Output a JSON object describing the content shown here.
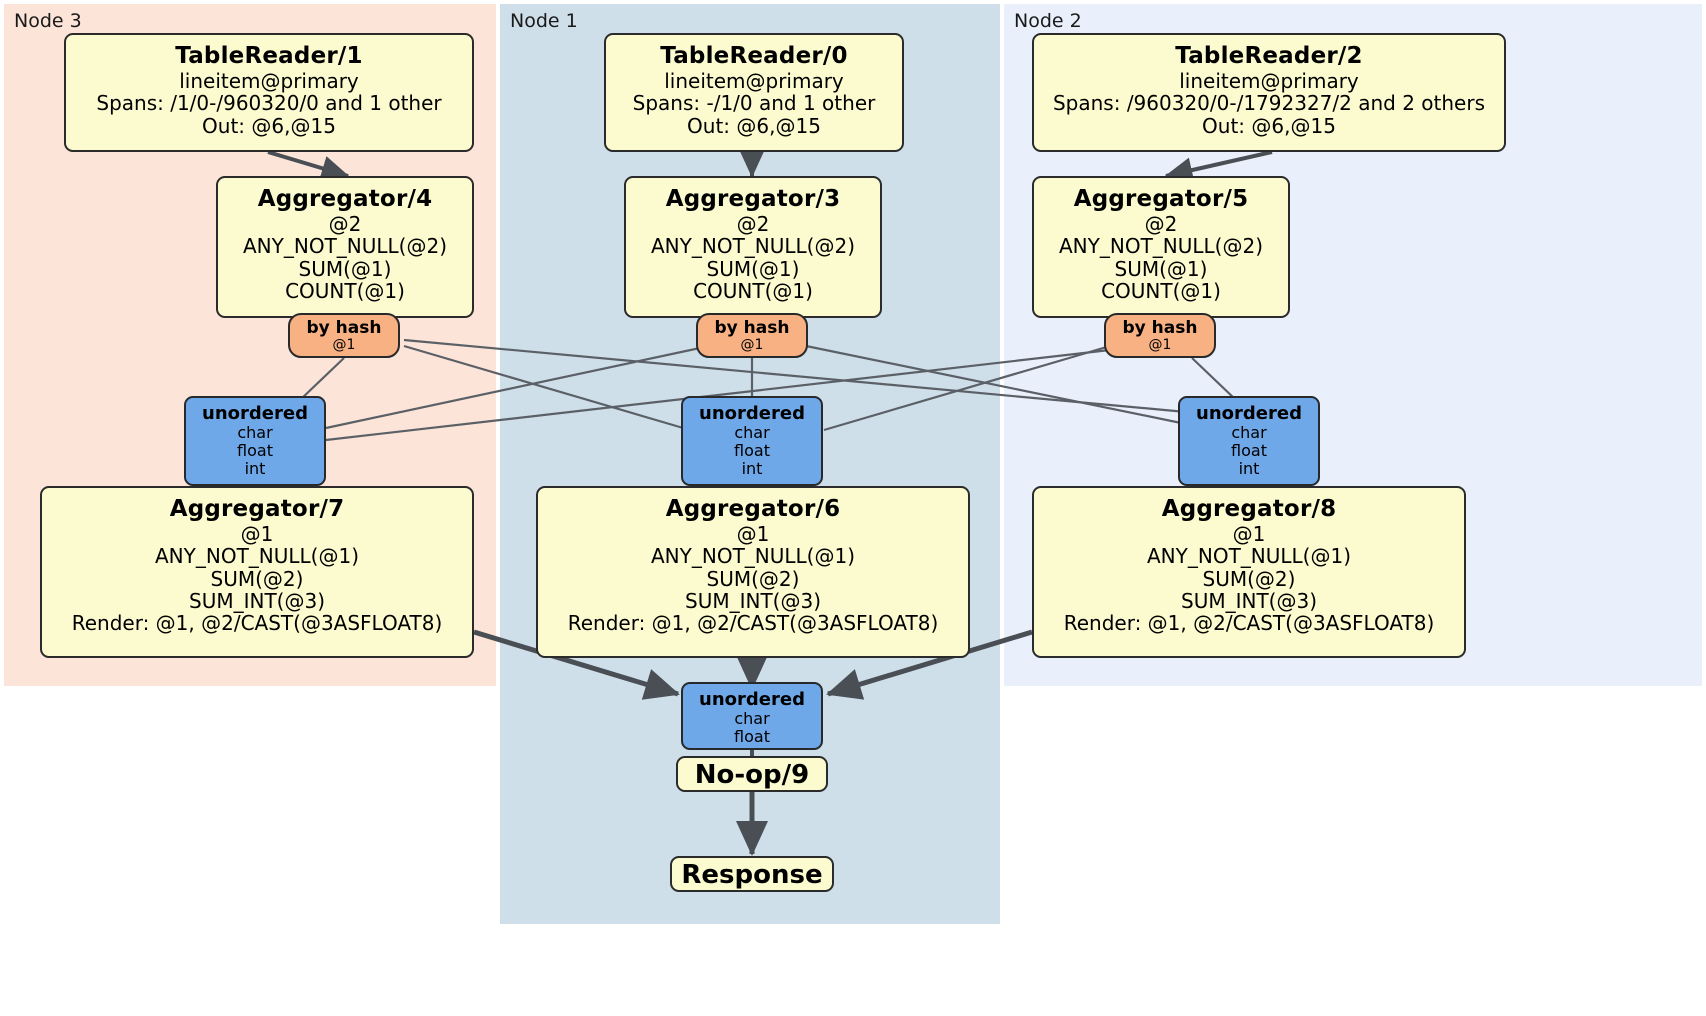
{
  "panels": [
    {
      "id": "node3",
      "label": "Node 3",
      "color": "#fce5d8"
    },
    {
      "id": "node1",
      "label": "Node 1",
      "color": "#cfdfe9"
    },
    {
      "id": "node2",
      "label": "Node 2",
      "color": "#eaf0fb"
    }
  ],
  "readers": {
    "node3": {
      "title": "TableReader/1",
      "table": "lineitem@primary",
      "spans": "Spans: /1/0-/960320/0 and 1 other",
      "out": "Out: @6,@15"
    },
    "node1": {
      "title": "TableReader/0",
      "table": "lineitem@primary",
      "spans": "Spans: -/1/0 and 1 other",
      "out": "Out: @6,@15"
    },
    "node2": {
      "title": "TableReader/2",
      "table": "lineitem@primary",
      "spans": "Spans: /960320/0-/1792327/2 and 2 others",
      "out": "Out: @6,@15"
    }
  },
  "aggregators_top": {
    "node3": {
      "title": "Aggregator/4",
      "group": "@2",
      "f1": "ANY_NOT_NULL(@2)",
      "f2": "SUM(@1)",
      "f3": "COUNT(@1)"
    },
    "node1": {
      "title": "Aggregator/3",
      "group": "@2",
      "f1": "ANY_NOT_NULL(@2)",
      "f2": "SUM(@1)",
      "f3": "COUNT(@1)"
    },
    "node2": {
      "title": "Aggregator/5",
      "group": "@2",
      "f1": "ANY_NOT_NULL(@2)",
      "f2": "SUM(@1)",
      "f3": "COUNT(@1)"
    }
  },
  "hash_routers": {
    "node3": {
      "title": "by hash",
      "col": "@1"
    },
    "node1": {
      "title": "by hash",
      "col": "@1"
    },
    "node2": {
      "title": "by hash",
      "col": "@1"
    }
  },
  "unordered_mid": {
    "node3": {
      "title": "unordered",
      "t1": "char",
      "t2": "float",
      "t3": "int"
    },
    "node1": {
      "title": "unordered",
      "t1": "char",
      "t2": "float",
      "t3": "int"
    },
    "node2": {
      "title": "unordered",
      "t1": "char",
      "t2": "float",
      "t3": "int"
    }
  },
  "aggregators_bottom": {
    "node3": {
      "title": "Aggregator/7",
      "group": "@1",
      "f1": "ANY_NOT_NULL(@1)",
      "f2": "SUM(@2)",
      "f3": "SUM_INT(@3)",
      "render": "Render: @1, @2/CAST(@3ASFLOAT8)"
    },
    "node1": {
      "title": "Aggregator/6",
      "group": "@1",
      "f1": "ANY_NOT_NULL(@1)",
      "f2": "SUM(@2)",
      "f3": "SUM_INT(@3)",
      "render": "Render: @1, @2/CAST(@3ASFLOAT8)"
    },
    "node2": {
      "title": "Aggregator/8",
      "group": "@1",
      "f1": "ANY_NOT_NULL(@1)",
      "f2": "SUM(@2)",
      "f3": "SUM_INT(@3)",
      "render": "Render: @1, @2/CAST(@3ASFLOAT8)"
    }
  },
  "final_unordered": {
    "title": "unordered",
    "t1": "char",
    "t2": "float"
  },
  "noop": {
    "title": "No-op/9"
  },
  "response": {
    "title": "Response"
  },
  "colors": {
    "processor_fill": "#fbfbcf",
    "router_fill": "#6fa8e8",
    "hash_fill": "#f7b183",
    "stroke": "#2b2b2b",
    "edge": "#4a4f55"
  }
}
